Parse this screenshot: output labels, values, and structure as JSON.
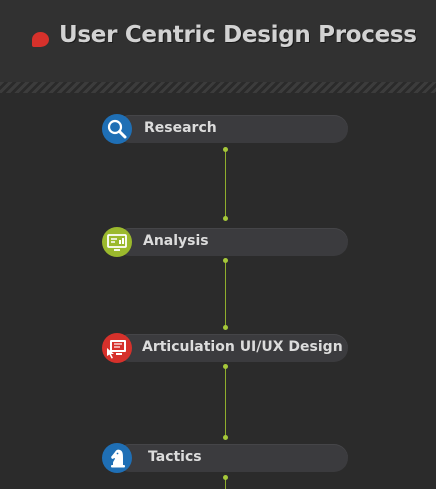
{
  "title": "User Centric Design Process",
  "colors": {
    "accent_red": "#d6312b",
    "connector_green": "#a6c83a",
    "research_blue": "#1f6fb5",
    "analysis_green": "#9bb92d",
    "articulation_red": "#d6312b",
    "tactics_blue": "#1f6fb5"
  },
  "steps": [
    {
      "label": "Research",
      "icon": "magnifier-icon"
    },
    {
      "label": "Analysis",
      "icon": "monitor-chart-icon"
    },
    {
      "label": "Articulation UI/UX Design",
      "icon": "screen-pointer-icon"
    },
    {
      "label": "Tactics",
      "icon": "chess-knight-icon"
    }
  ]
}
